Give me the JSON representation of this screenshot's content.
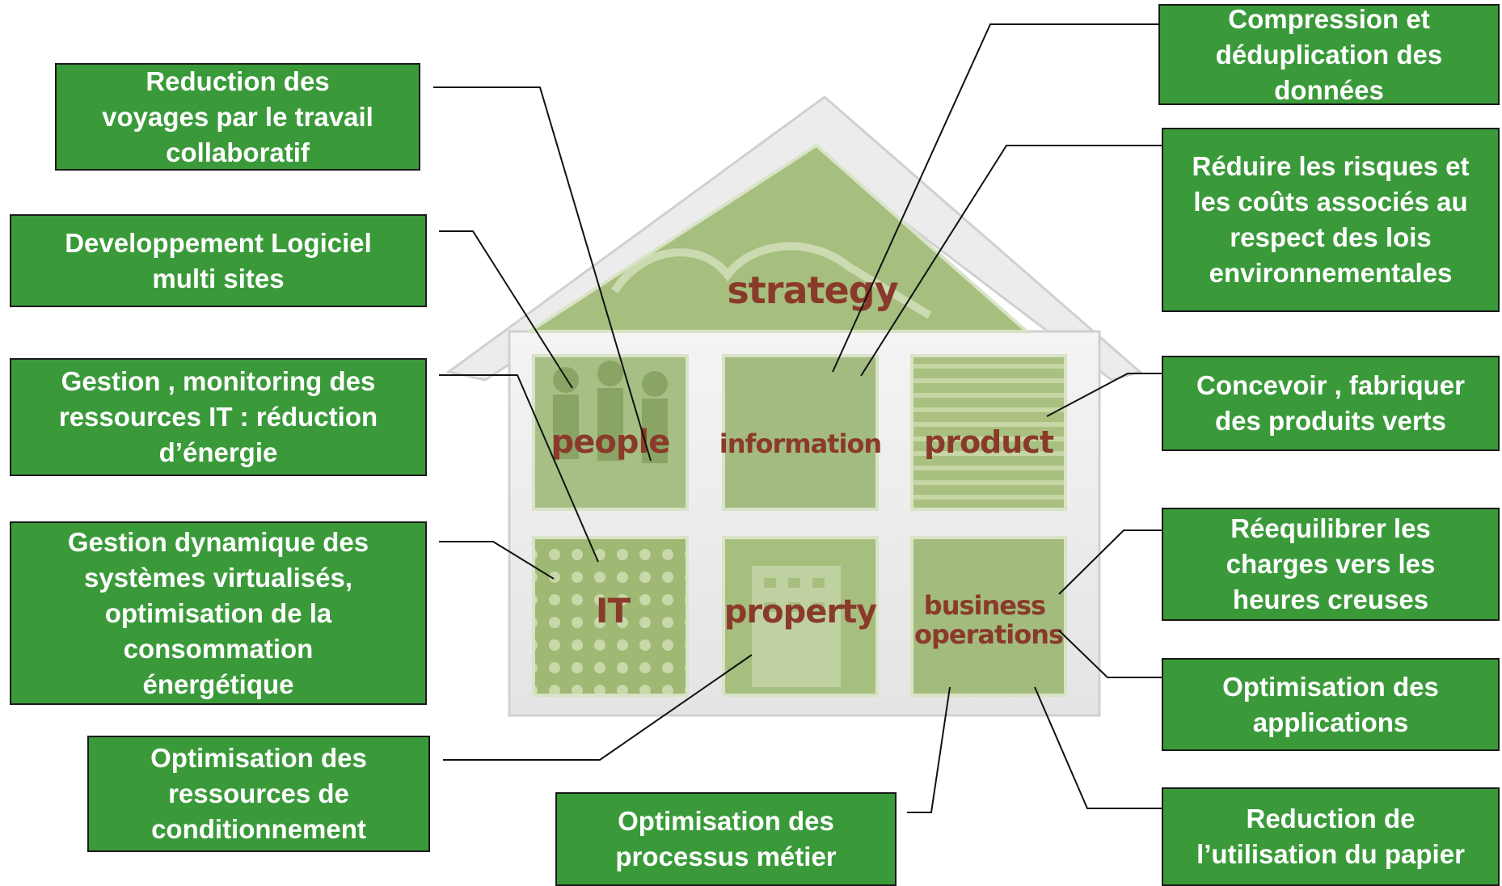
{
  "house": {
    "roof_label": "strategy",
    "rooms": [
      "people",
      "information",
      "product",
      "IT",
      "property",
      "business operations"
    ]
  },
  "callouts": {
    "travel": "Reduction des\nvoyages par le travail\ncollaboratif",
    "software": "Developpement Logiciel\nmulti sites",
    "it_monitoring": "Gestion , monitoring des\nressources IT : réduction\nd’énergie",
    "virtualization": "Gestion dynamique des\nsystèmes virtualisés,\noptimisation de la\nconsommation\nénergétique",
    "packaging": "Optimisation  des\nressources de\nconditionnement",
    "business_process": "Optimisation des\nprocessus métier",
    "compression": "Compression et\ndéduplication des\ndonnées",
    "environmental_risk": "Réduire les risques et\nles coûts associés au\nrespect des lois\nenvironnementales",
    "green_products": "Concevoir , fabriquer\ndes produits verts",
    "rebalance": "Réequilibrer  les\ncharges vers les\nheures creuses",
    "applications": "Optimisation  des\napplications",
    "paper": "Reduction  de\nl’utilisation du papier"
  },
  "colors": {
    "callout_fill": "#3a9a3a",
    "house_tint": "#a6be7e",
    "label_text": "#8a3a2a"
  }
}
